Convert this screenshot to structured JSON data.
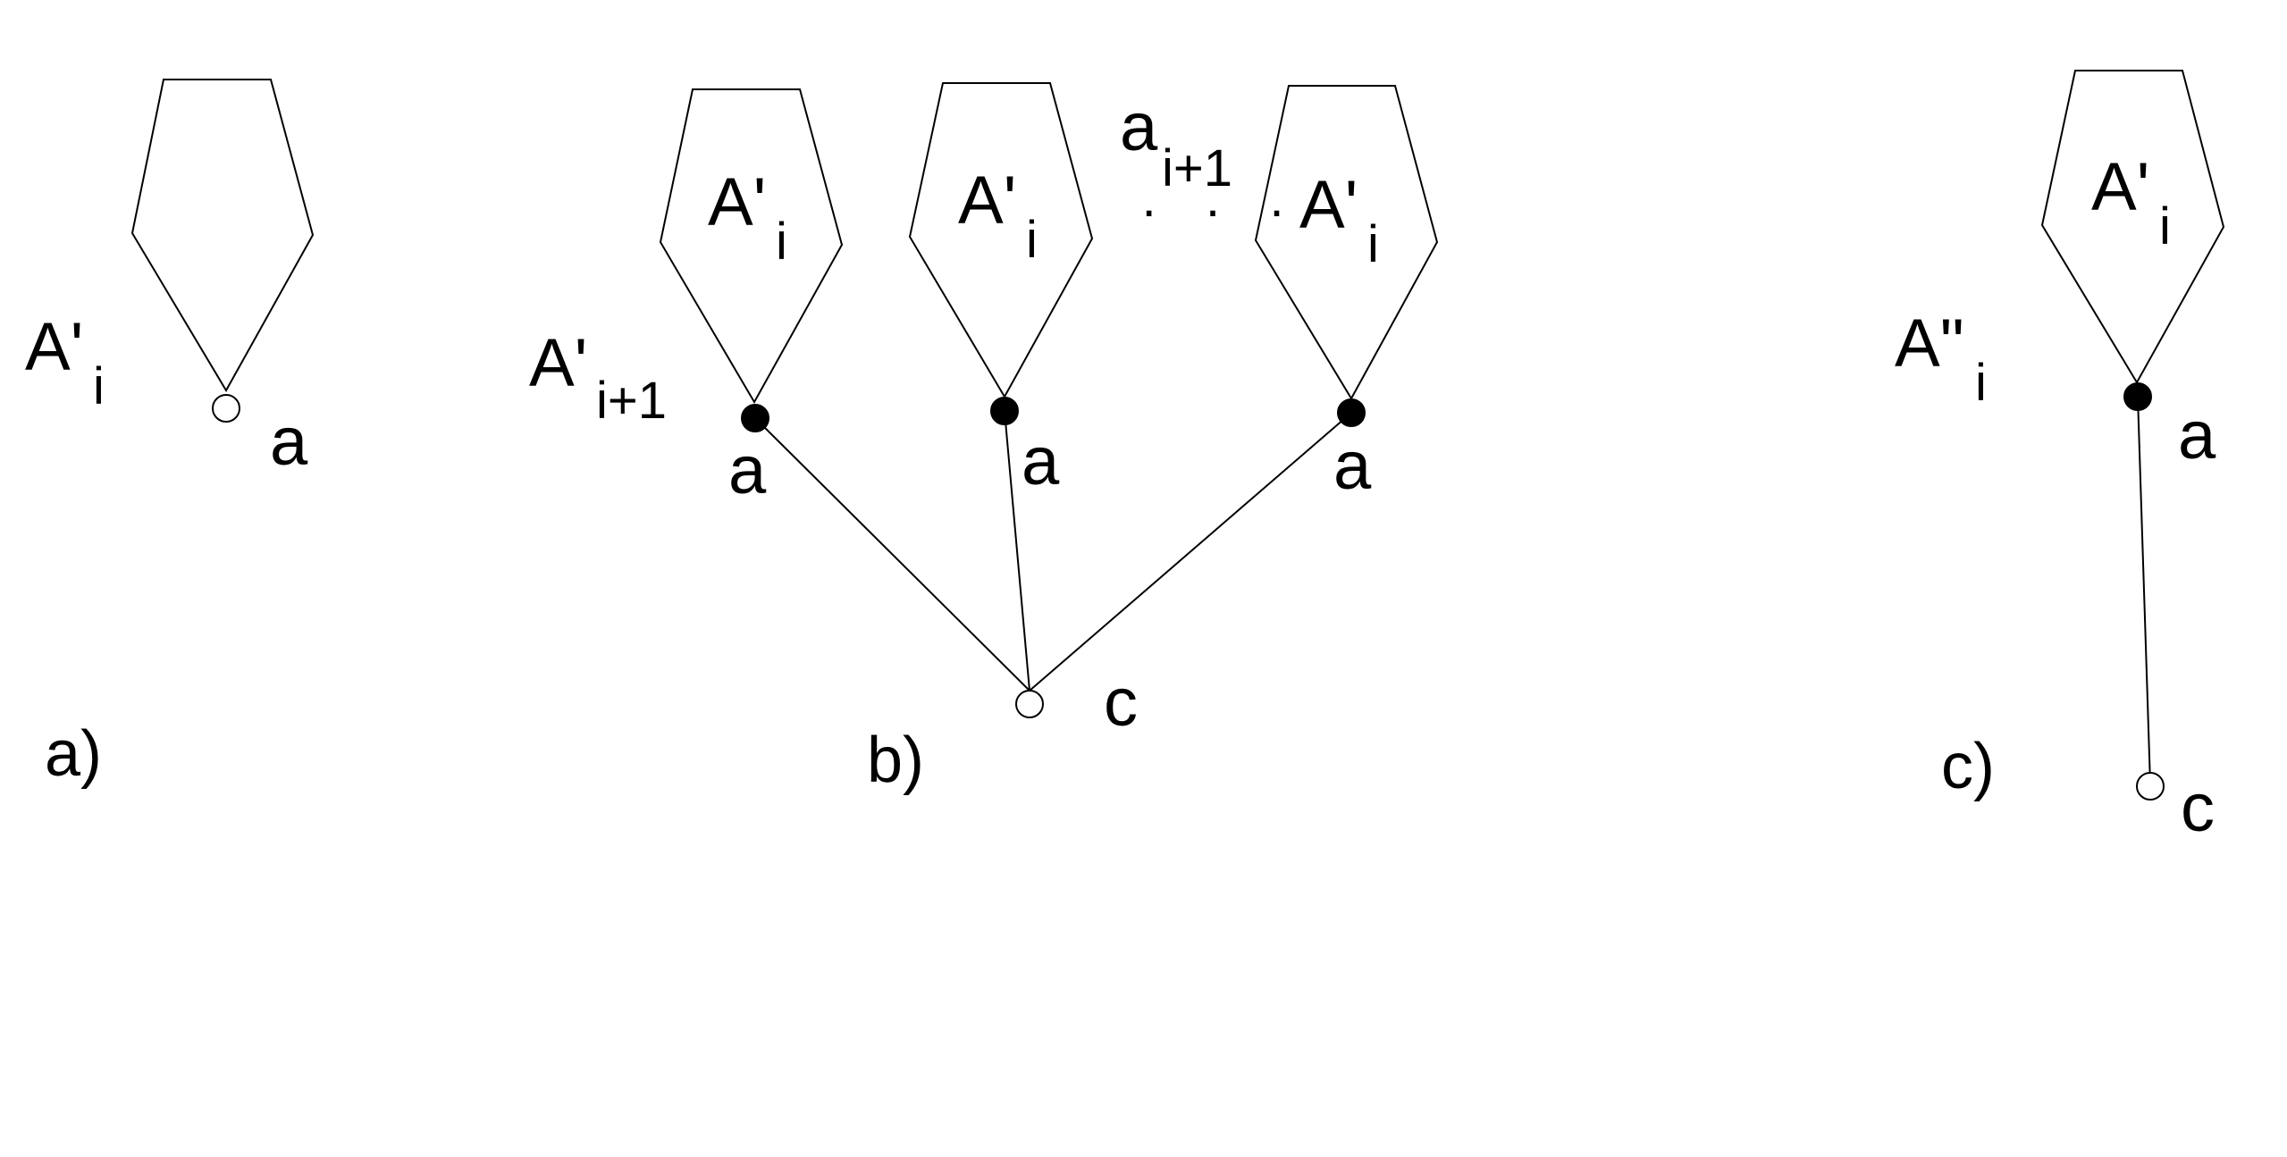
{
  "panel_a": {
    "tree_label_main": "A'",
    "tree_label_sub": "i",
    "node_label": "a",
    "caption": "a)"
  },
  "panel_b": {
    "outer_label_main": "A'",
    "outer_label_sub": "i+1",
    "subtree_labels": [
      {
        "main": "A'",
        "sub": "i"
      },
      {
        "main": "A'",
        "sub": "i"
      },
      {
        "main": "A'",
        "sub": "i"
      }
    ],
    "count_label_main": "a",
    "count_label_sub": "i+1",
    "ellipsis": "· · ·",
    "leaf_labels": [
      "a",
      "a",
      "a"
    ],
    "root_label": "c",
    "caption": "b)"
  },
  "panel_c": {
    "tree_label_main": "A\"",
    "tree_label_sub": "i",
    "subtree_label_main": "A'",
    "subtree_label_sub": "i",
    "node_label": "a",
    "root_label": "c",
    "caption": "c)"
  },
  "colors": {
    "stroke": "#000000",
    "background": "#ffffff",
    "filled_node": "#000000",
    "open_node": "#ffffff"
  }
}
